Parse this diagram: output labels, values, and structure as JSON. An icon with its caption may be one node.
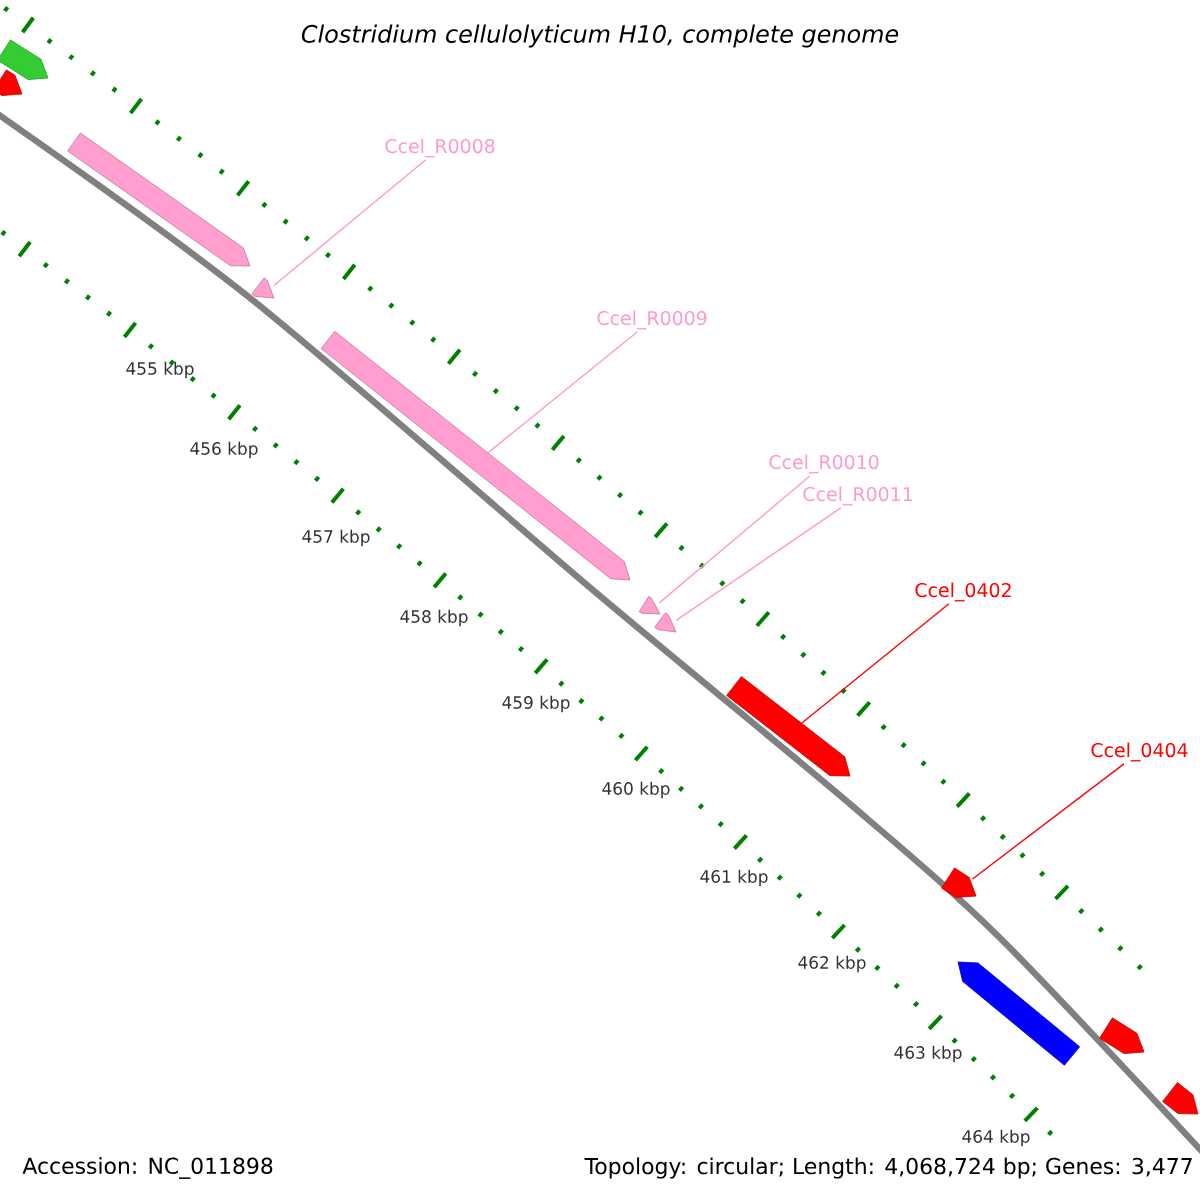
{
  "diagram": {
    "title": "Clostridium cellulolyticum H10, complete genome",
    "nodes": [
      {
        "text": [
          "Ccel_R0008"
        ]
      },
      {
        "text": [
          "Ccel_R0009"
        ]
      },
      {
        "text": [
          "Ccel_R0010"
        ]
      },
      {
        "text": [
          "Ccel_R0011"
        ]
      },
      {
        "text": [
          "Ccel_0402"
        ]
      },
      {
        "text": [
          "Ccel_0404"
        ]
      },
      {
        "text": [],
        "shape": "arrow"
      },
      {
        "text": [],
        "shape": "arrow"
      },
      {
        "text": [],
        "shape": "arrow"
      },
      {
        "text": [],
        "shape": "arrow"
      },
      {
        "text": [],
        "shape": "arrow"
      },
      {
        "text": [],
        "shape": "arrow"
      },
      {
        "text": [],
        "shape": "arrow"
      },
      {
        "text": [],
        "shape": "arrow"
      },
      {
        "text": [],
        "shape": "arrow"
      },
      {
        "text": [],
        "shape": "arrow"
      },
      {
        "text": [],
        "shape": "arrow"
      },
      {
        "text": [],
        "shape": "arrow"
      }
    ],
    "edges": [
      {
        "from": 0,
        "to": 9,
        "arrow": "none"
      },
      {
        "from": 1,
        "to": 10,
        "arrow": "none"
      },
      {
        "from": 2,
        "to": 11,
        "arrow": "none"
      },
      {
        "from": 3,
        "to": 12,
        "arrow": "none"
      },
      {
        "from": 4,
        "to": 13,
        "arrow": "none",
        "color": "#ff0000"
      },
      {
        "from": 5,
        "to": 14,
        "arrow": "none",
        "color": "#ff0000"
      }
    ],
    "labels": [
      "455 kbp",
      "456 kbp",
      "457 kbp",
      "458 kbp",
      "459 kbp",
      "460 kbp",
      "461 kbp",
      "462 kbp",
      "463 kbp",
      "464 kbp",
      "Accession: NC_011898",
      "Topology: circular; Length: 4,068,724 bp; Genes: 3,477"
    ]
  }
}
